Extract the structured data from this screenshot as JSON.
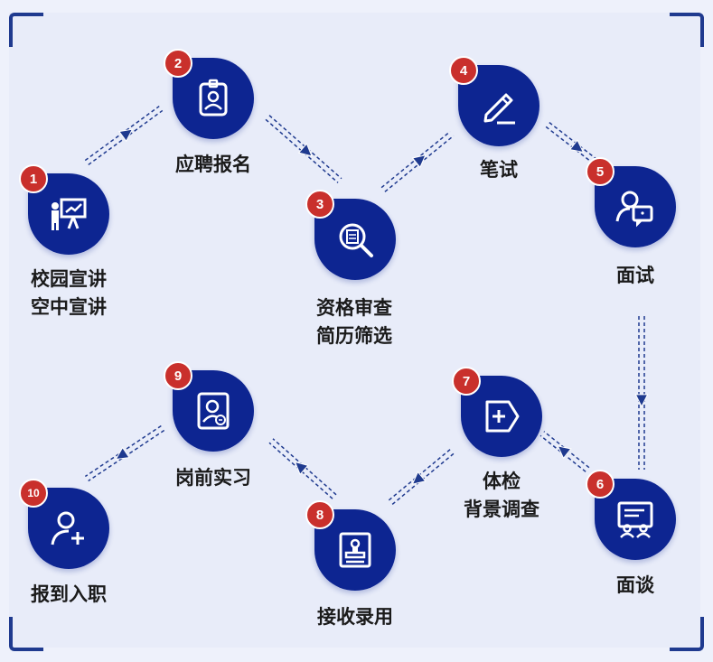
{
  "steps": [
    {
      "num": "1",
      "lines": [
        "校园宣讲",
        "空中宣讲"
      ],
      "icon": "presentation-icon"
    },
    {
      "num": "2",
      "lines": [
        "应聘报名"
      ],
      "icon": "id-badge-icon"
    },
    {
      "num": "3",
      "lines": [
        "资格审查",
        "简历筛选"
      ],
      "icon": "document-search-icon"
    },
    {
      "num": "4",
      "lines": [
        "笔试"
      ],
      "icon": "pen-icon"
    },
    {
      "num": "5",
      "lines": [
        "面试"
      ],
      "icon": "interview-chat-icon"
    },
    {
      "num": "6",
      "lines": [
        "面谈"
      ],
      "icon": "meeting-board-icon"
    },
    {
      "num": "7",
      "lines": [
        "体检",
        "背景调查"
      ],
      "icon": "medical-tag-icon"
    },
    {
      "num": "8",
      "lines": [
        "接收录用"
      ],
      "icon": "stamp-document-icon"
    },
    {
      "num": "9",
      "lines": [
        "岗前实习"
      ],
      "icon": "trainee-card-icon"
    },
    {
      "num": "10",
      "lines": [
        "报到入职"
      ],
      "icon": "add-user-icon"
    }
  ],
  "colors": {
    "accent": "#0d2591",
    "badge": "#c9302c",
    "frame": "#1f3a8f",
    "background": "#e8ecf9"
  }
}
